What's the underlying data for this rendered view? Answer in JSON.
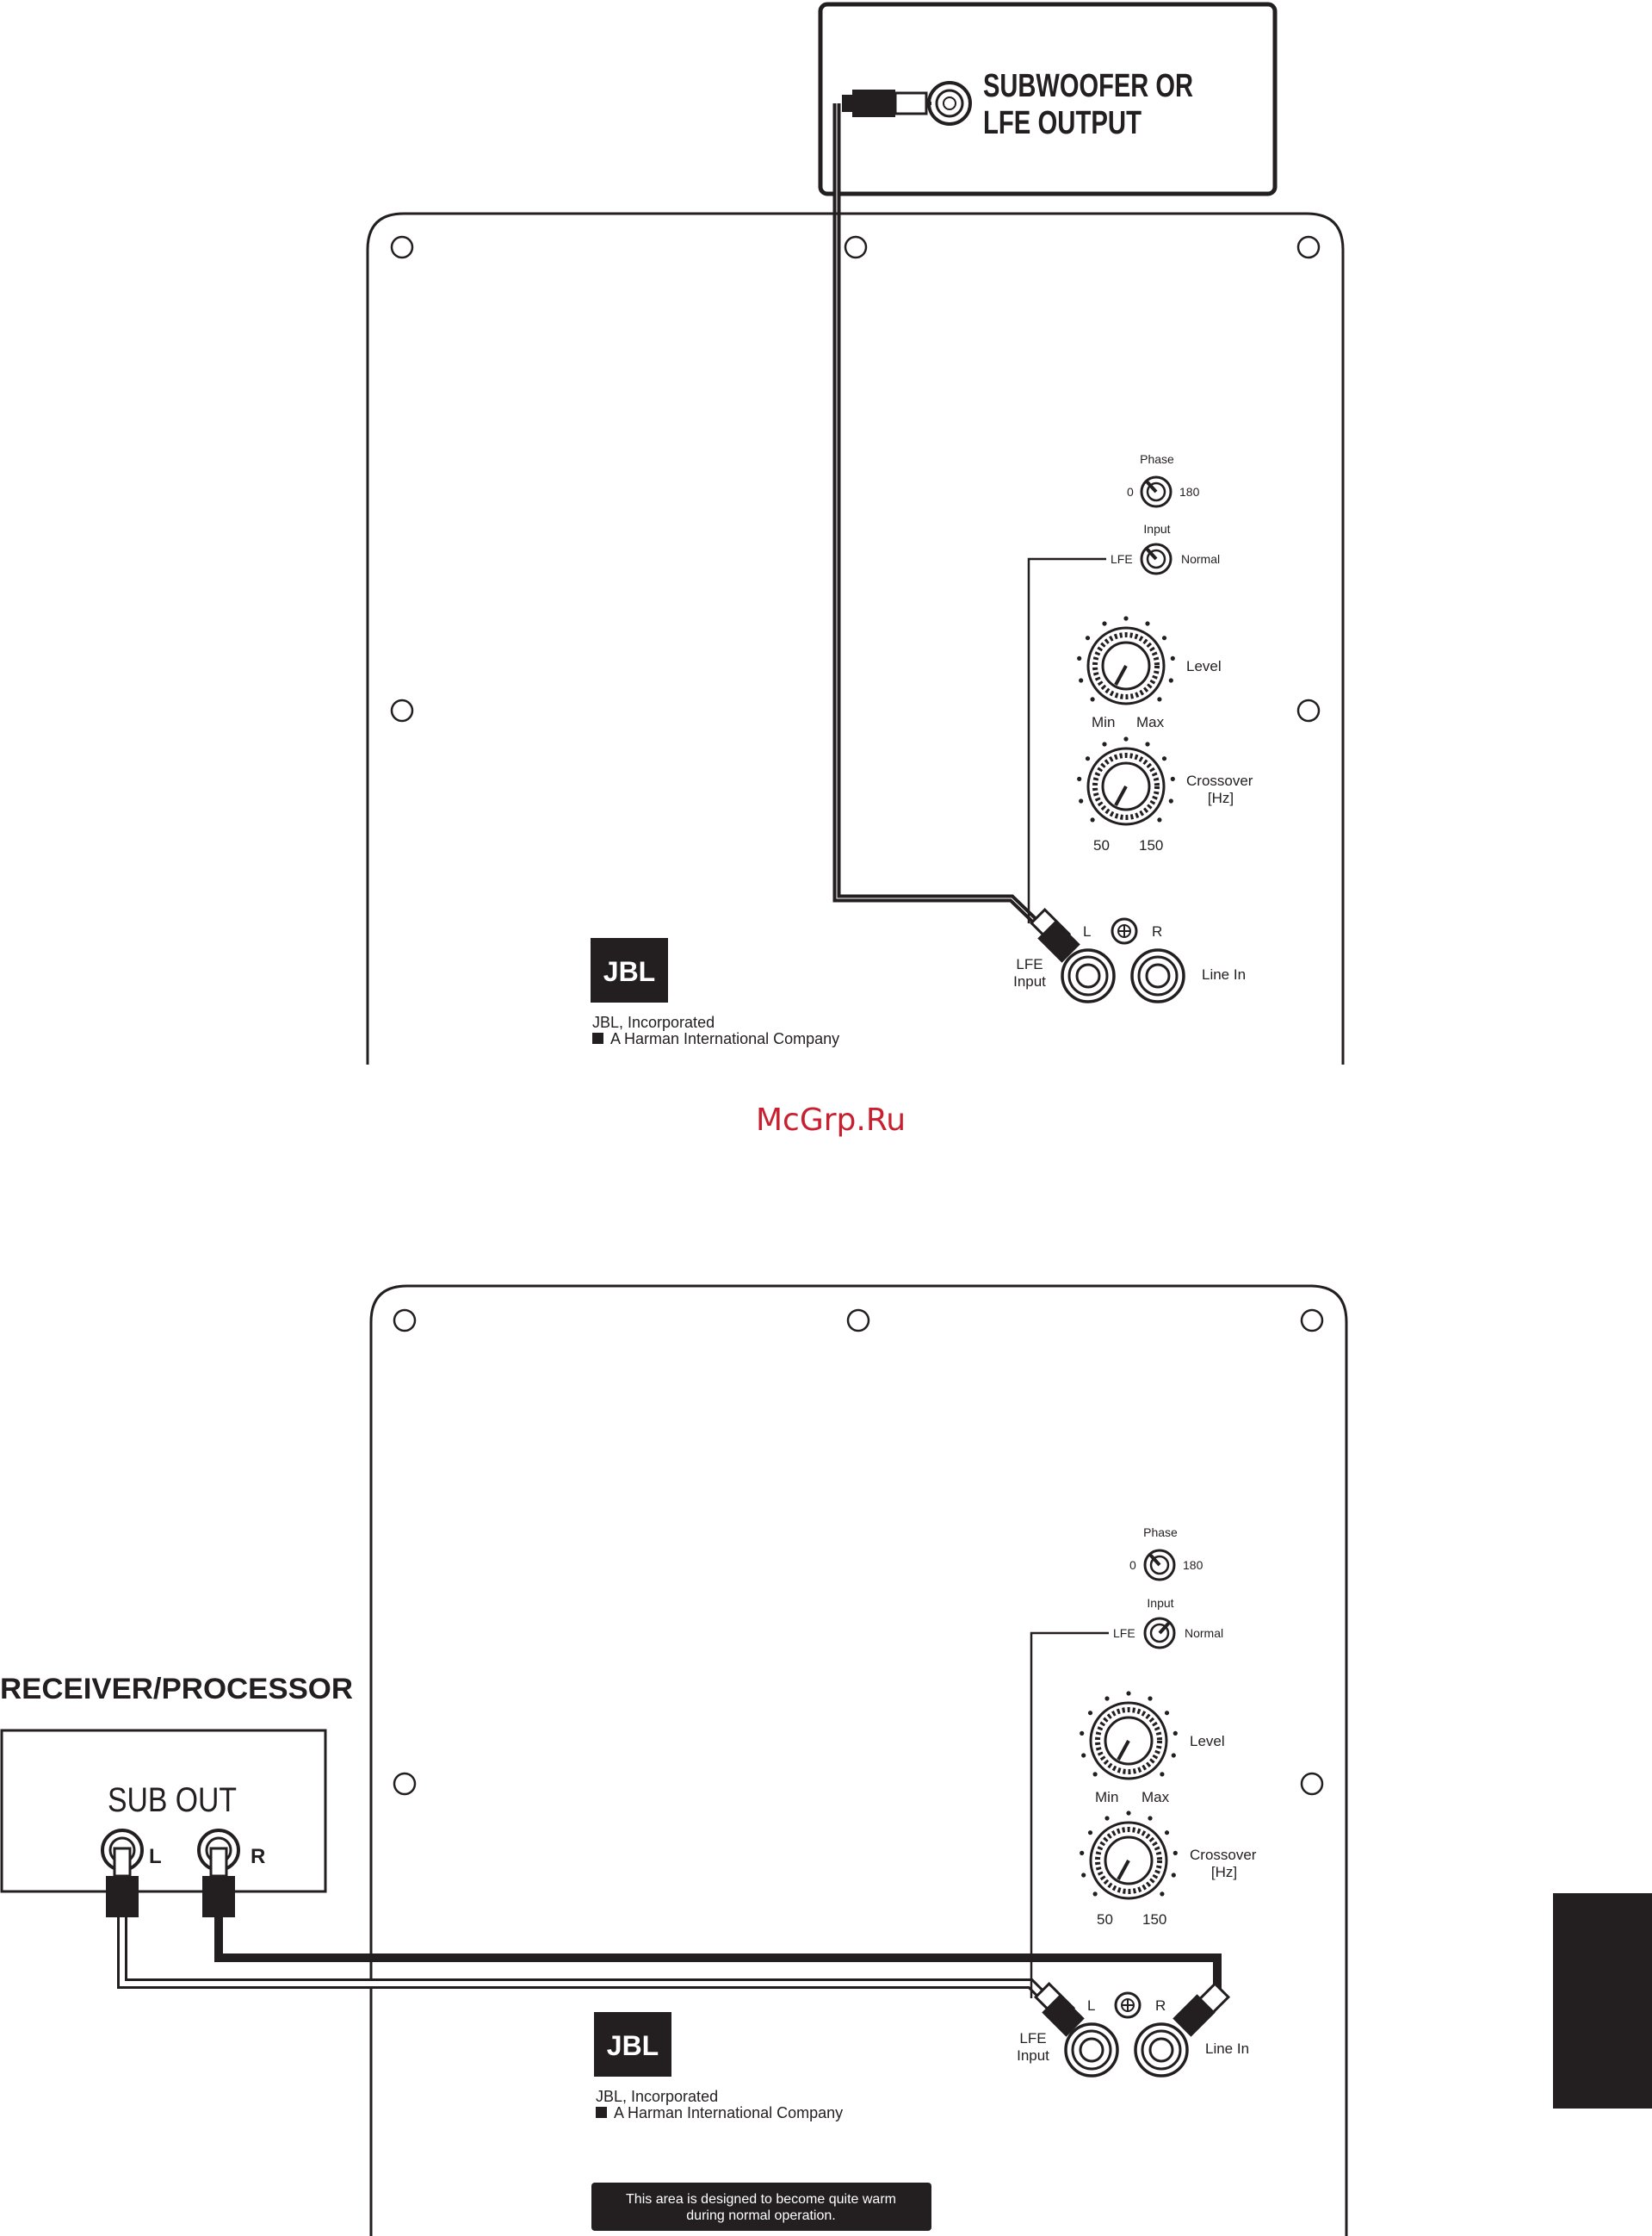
{
  "diagram1": {
    "source_box_line1": "SUBWOOFER OR",
    "source_box_line2": "LFE OUTPUT",
    "panel": {
      "phase_label": "Phase",
      "phase_0": "0",
      "phase_180": "180",
      "input_label": "Input",
      "input_lfe": "LFE",
      "input_normal": "Normal",
      "level_label": "Level",
      "level_min": "Min",
      "level_max": "Max",
      "crossover_label": "Crossover",
      "crossover_unit": "[Hz]",
      "crossover_min": "50",
      "crossover_max": "150",
      "jack_l": "L",
      "jack_r": "R",
      "lfe_input_line1": "LFE",
      "lfe_input_line2": "Input",
      "line_in": "Line In",
      "logo": "JBL",
      "company_line1": "JBL, Incorporated",
      "company_line2": "A Harman International Company"
    }
  },
  "watermark": "McGrp.Ru",
  "diagram2": {
    "receiver_title": "RECEIVER/PROCESSOR",
    "sub_out": "SUB OUT",
    "sub_out_l": "L",
    "sub_out_r": "R",
    "panel": {
      "phase_label": "Phase",
      "phase_0": "0",
      "phase_180": "180",
      "input_label": "Input",
      "input_lfe": "LFE",
      "input_normal": "Normal",
      "level_label": "Level",
      "level_min": "Min",
      "level_max": "Max",
      "crossover_label": "Crossover",
      "crossover_unit": "[Hz]",
      "crossover_min": "50",
      "crossover_max": "150",
      "jack_l": "L",
      "jack_r": "R",
      "lfe_input_line1": "LFE",
      "lfe_input_line2": "Input",
      "line_in": "Line In",
      "logo": "JBL",
      "company_line1": "JBL, Incorporated",
      "company_line2": "A Harman International Company",
      "warning_line1": "This area is designed to become quite warm",
      "warning_line2": "during normal operation."
    }
  },
  "colors": {
    "ink": "#231f20",
    "watermark": "#c8202f"
  }
}
